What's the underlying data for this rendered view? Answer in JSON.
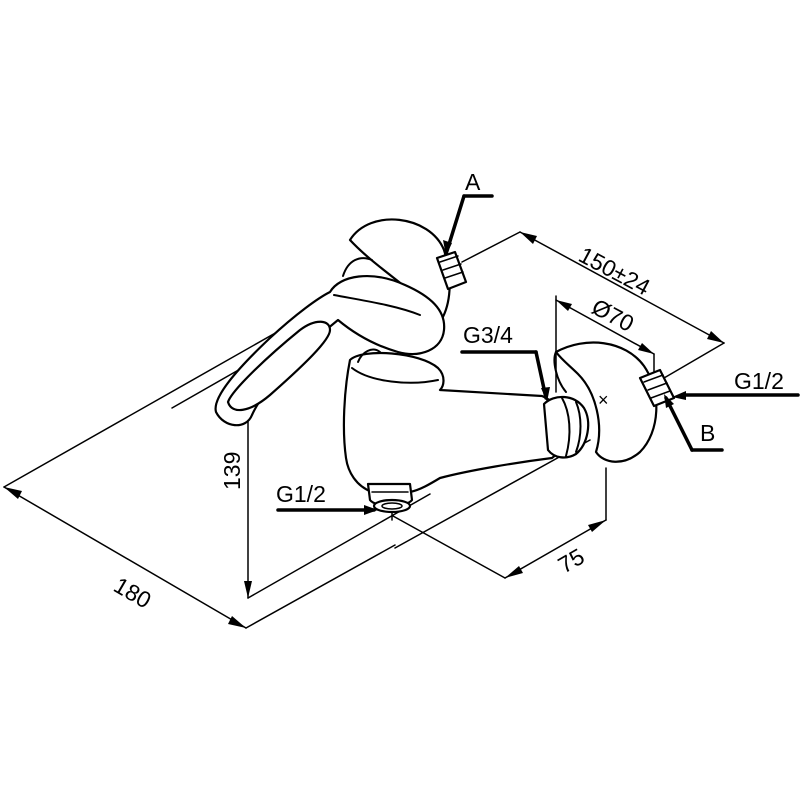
{
  "labels": {
    "a": "A",
    "b": "B",
    "g34": "G3/4",
    "g12_left": "G1/2",
    "g12_right": "G1/2"
  },
  "dimensions": {
    "d180": "180",
    "d139": "139",
    "d75": "75",
    "d150": "150±24",
    "d70": "Ø70"
  }
}
